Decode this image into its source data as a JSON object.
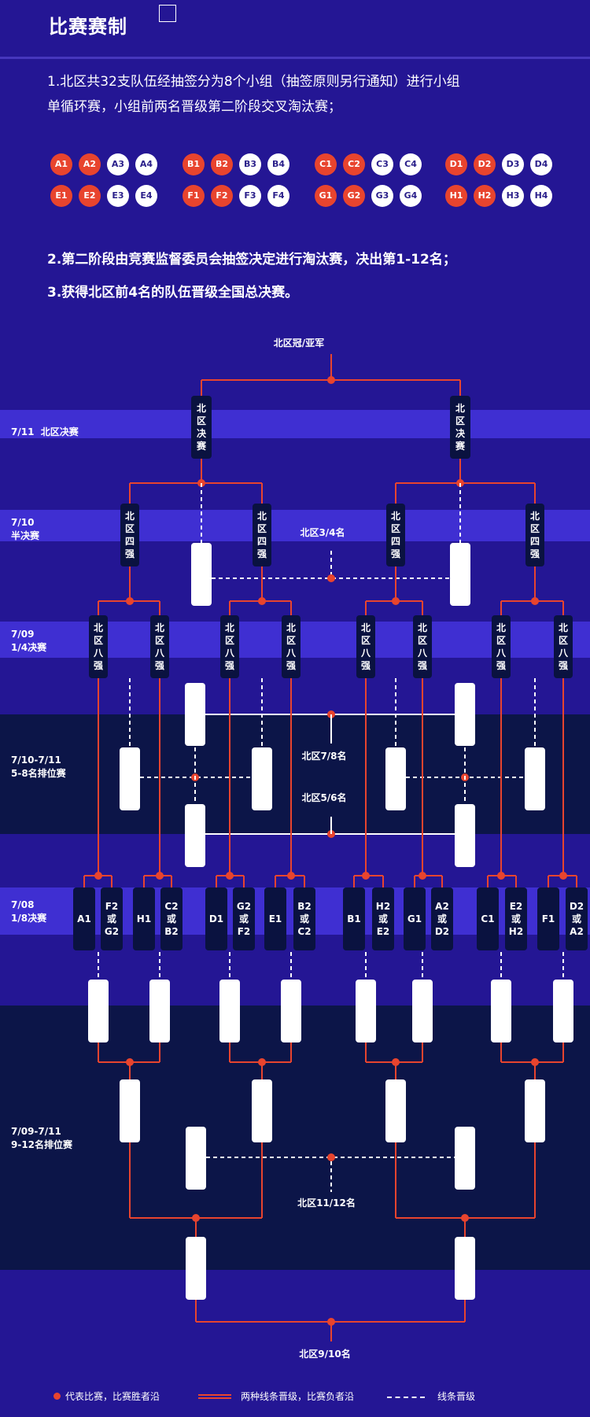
{
  "header": {
    "title": "比赛赛制"
  },
  "rules": {
    "line1": "1.北区共32支队伍经抽签分为8个小组（抽签原则另行通知）进行小组",
    "line2": "单循环赛，小组前两名晋级第二阶段交叉淘汰赛；",
    "line3": "2.第二阶段由竞赛监督委员会抽签决定进行淘汰赛，决出第1-12名；",
    "line4": "3.获得北区前4名的队伍晋级全国总决赛。"
  },
  "groups": [
    [
      "A1",
      "A2",
      "A3",
      "A4"
    ],
    [
      "B1",
      "B2",
      "B3",
      "B4"
    ],
    [
      "C1",
      "C2",
      "C3",
      "C4"
    ],
    [
      "D1",
      "D2",
      "D3",
      "D4"
    ],
    [
      "E1",
      "E2",
      "E3",
      "E4"
    ],
    [
      "F1",
      "F2",
      "F3",
      "F4"
    ],
    [
      "G1",
      "G2",
      "G3",
      "G4"
    ],
    [
      "H1",
      "H2",
      "H3",
      "H4"
    ]
  ],
  "bracket": {
    "champion_label": "北区冠/亚军",
    "third_label": "北区3/4名",
    "seventh_label": "北区7/8名",
    "fifth_label": "北区5/6名",
    "eleventh_label": "北区11/12名",
    "ninth_label": "北区9/10名",
    "final_node": "北区决赛",
    "semi_node": "北区四强",
    "quarter_node": "北区八强"
  },
  "rounds": {
    "final": {
      "date": "7/11",
      "name": "北区决赛"
    },
    "semi": {
      "date": "7/10",
      "name": "半决赛"
    },
    "quarter": {
      "date": "7/09",
      "name": "1/4决赛"
    },
    "place58": {
      "date": "7/10-7/11",
      "name": "5-8名排位赛"
    },
    "r16": {
      "date": "7/08",
      "name": "1/8决赛"
    },
    "place912": {
      "date": "7/09-7/11",
      "name": "9-12名排位赛"
    }
  },
  "r16_teams": [
    {
      "a": "A1",
      "b": "F2\n或\nG2"
    },
    {
      "a": "H1",
      "b": "C2\n或\nB2"
    },
    {
      "a": "D1",
      "b": "G2\n或\nF2"
    },
    {
      "a": "E1",
      "b": "B2\n或\nC2"
    },
    {
      "a": "B1",
      "b": "H2\n或\nE2"
    },
    {
      "a": "G1",
      "b": "A2\n或\nD2"
    },
    {
      "a": "C1",
      "b": "E2\n或\nH2"
    },
    {
      "a": "F1",
      "b": "D2\n或\nA2"
    }
  ],
  "legend": {
    "dot": "代表比赛，比赛胜者沿",
    "red_line": "两种线条晋级，比赛负者沿",
    "dashed": "线条晋级"
  },
  "colors": {
    "bg": "#241694",
    "band": "#4a34e0",
    "dark": "#0a1240",
    "red": "#e8442e"
  }
}
